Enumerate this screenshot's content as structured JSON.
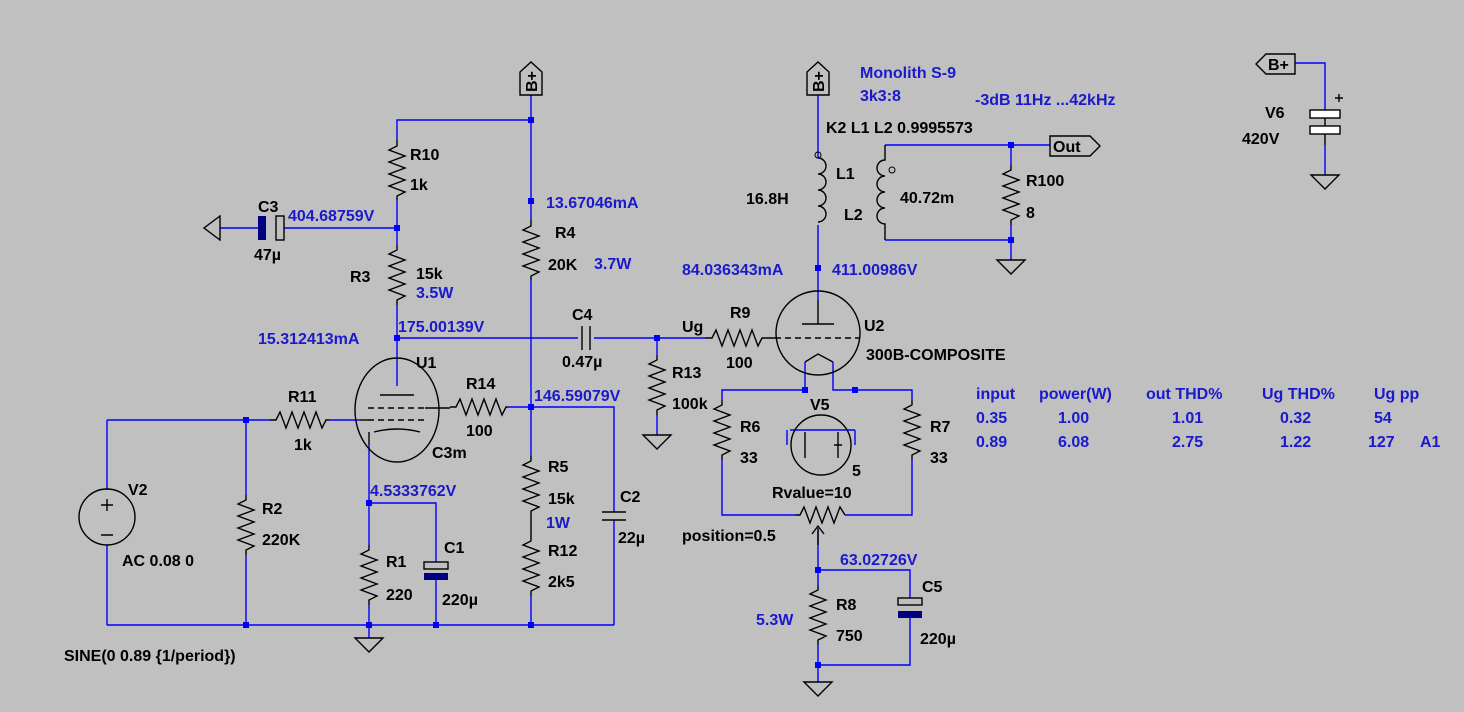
{
  "title": {
    "line1": "Monolith S-9",
    "line2": "3k3:8",
    "line3": "-3dB 11Hz ...42kHz"
  },
  "coupling": "K2 L1 L2 0.9995573",
  "ports": {
    "bplus1": "B+",
    "bplus2": "B+",
    "bplus3": "B+",
    "out": "Out"
  },
  "components": {
    "r10": {
      "name": "R10",
      "value": "1k"
    },
    "r3": {
      "name": "R3",
      "value": "15k",
      "power": "3.5W"
    },
    "c3": {
      "name": "C3",
      "value": "47µ"
    },
    "r4": {
      "name": "R4",
      "value": "20K",
      "power": "3.7W"
    },
    "c4": {
      "name": "C4",
      "value": "0.47µ"
    },
    "r9": {
      "name": "R9",
      "value": "100"
    },
    "r13": {
      "name": "R13",
      "value": "100k"
    },
    "u1": {
      "name": "U1",
      "value": "C3m"
    },
    "u2": {
      "name": "U2",
      "value": "300B-COMPOSITE"
    },
    "r11": {
      "name": "R11",
      "value": "1k"
    },
    "r14": {
      "name": "R14",
      "value": "100"
    },
    "r2": {
      "name": "R2",
      "value": "220K"
    },
    "v2": {
      "name": "V2",
      "value": "AC 0.08 0",
      "sine": "SINE(0 0.89 {1/period})"
    },
    "r1": {
      "name": "R1",
      "value": "220"
    },
    "c1": {
      "name": "C1",
      "value": "220µ"
    },
    "r5": {
      "name": "R5",
      "value": "15k",
      "power": "1W"
    },
    "r12": {
      "name": "R12",
      "value": "2k5"
    },
    "c2": {
      "name": "C2",
      "value": "22µ"
    },
    "l1": {
      "name": "L1",
      "value": "16.8H"
    },
    "l2": {
      "name": "L2",
      "value": "40.72m"
    },
    "r100": {
      "name": "R100",
      "value": "8"
    },
    "r6": {
      "name": "R6",
      "value": "33"
    },
    "r7": {
      "name": "R7",
      "value": "33"
    },
    "v5": {
      "name": "V5",
      "value": "5"
    },
    "pot": {
      "value": "Rvalue=10",
      "position": "position=0.5"
    },
    "r8": {
      "name": "R8",
      "value": "750",
      "power": "5.3W"
    },
    "c5": {
      "name": "C5",
      "value": "220µ"
    },
    "v6": {
      "name": "V6",
      "value": "420V"
    }
  },
  "labels": {
    "ug": "Ug"
  },
  "probes": {
    "v_c3": "404.68759V",
    "i_r4": "13.67046mA",
    "i_u1": "15.312413mA",
    "v_u1a": "175.00139V",
    "v_r14": "146.59079V",
    "v_k1": "4.5333762V",
    "i_u2": "84.036343mA",
    "v_u2a": "411.00986V",
    "v_k2": "63.02726V"
  },
  "table": {
    "headers": [
      "input",
      "power(W)",
      "out THD%",
      "Ug THD%",
      "Ug pp"
    ],
    "rows": [
      [
        "0.35",
        "1.00",
        "1.01",
        "0.32",
        "54",
        ""
      ],
      [
        "0.89",
        "6.08",
        "2.75",
        "1.22",
        "127",
        "A1"
      ]
    ]
  }
}
